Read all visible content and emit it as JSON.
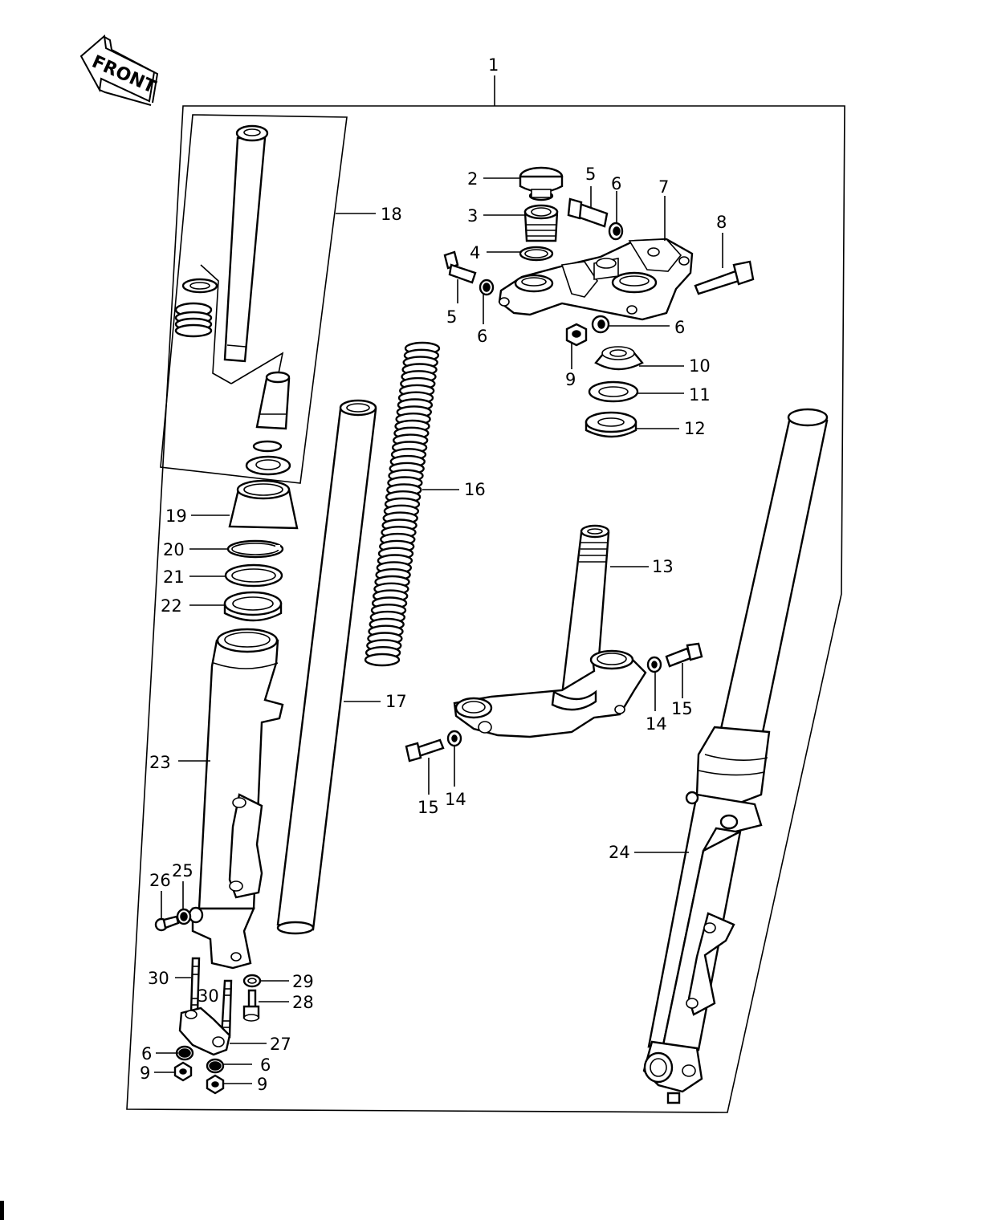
{
  "front_badge": "FRONT",
  "callouts": [
    {
      "id": "c1",
      "text": "1"
    },
    {
      "id": "c2",
      "text": "2"
    },
    {
      "id": "c3",
      "text": "3"
    },
    {
      "id": "c4",
      "text": "4"
    },
    {
      "id": "c5a",
      "text": "5"
    },
    {
      "id": "c5b",
      "text": "5"
    },
    {
      "id": "c6a",
      "text": "6"
    },
    {
      "id": "c6b",
      "text": "6"
    },
    {
      "id": "c6c",
      "text": "6"
    },
    {
      "id": "c7",
      "text": "7"
    },
    {
      "id": "c8",
      "text": "8"
    },
    {
      "id": "c9a",
      "text": "9"
    },
    {
      "id": "c10",
      "text": "10"
    },
    {
      "id": "c11",
      "text": "11"
    },
    {
      "id": "c12",
      "text": "12"
    },
    {
      "id": "c13",
      "text": "13"
    },
    {
      "id": "c14a",
      "text": "14"
    },
    {
      "id": "c14b",
      "text": "14"
    },
    {
      "id": "c15a",
      "text": "15"
    },
    {
      "id": "c15b",
      "text": "15"
    },
    {
      "id": "c16",
      "text": "16"
    },
    {
      "id": "c17",
      "text": "17"
    },
    {
      "id": "c18",
      "text": "18"
    },
    {
      "id": "c19",
      "text": "19"
    },
    {
      "id": "c20",
      "text": "20"
    },
    {
      "id": "c21",
      "text": "21"
    },
    {
      "id": "c22",
      "text": "22"
    },
    {
      "id": "c23",
      "text": "23"
    },
    {
      "id": "c24",
      "text": "24"
    },
    {
      "id": "c25",
      "text": "25"
    },
    {
      "id": "c26",
      "text": "26"
    },
    {
      "id": "c27",
      "text": "27"
    },
    {
      "id": "c28",
      "text": "28"
    },
    {
      "id": "c29",
      "text": "29"
    },
    {
      "id": "c30a",
      "text": "30"
    },
    {
      "id": "c30b",
      "text": "30"
    },
    {
      "id": "c6d",
      "text": "6"
    },
    {
      "id": "c6e",
      "text": "6"
    },
    {
      "id": "c9b",
      "text": "9"
    },
    {
      "id": "c9c",
      "text": "9"
    }
  ]
}
